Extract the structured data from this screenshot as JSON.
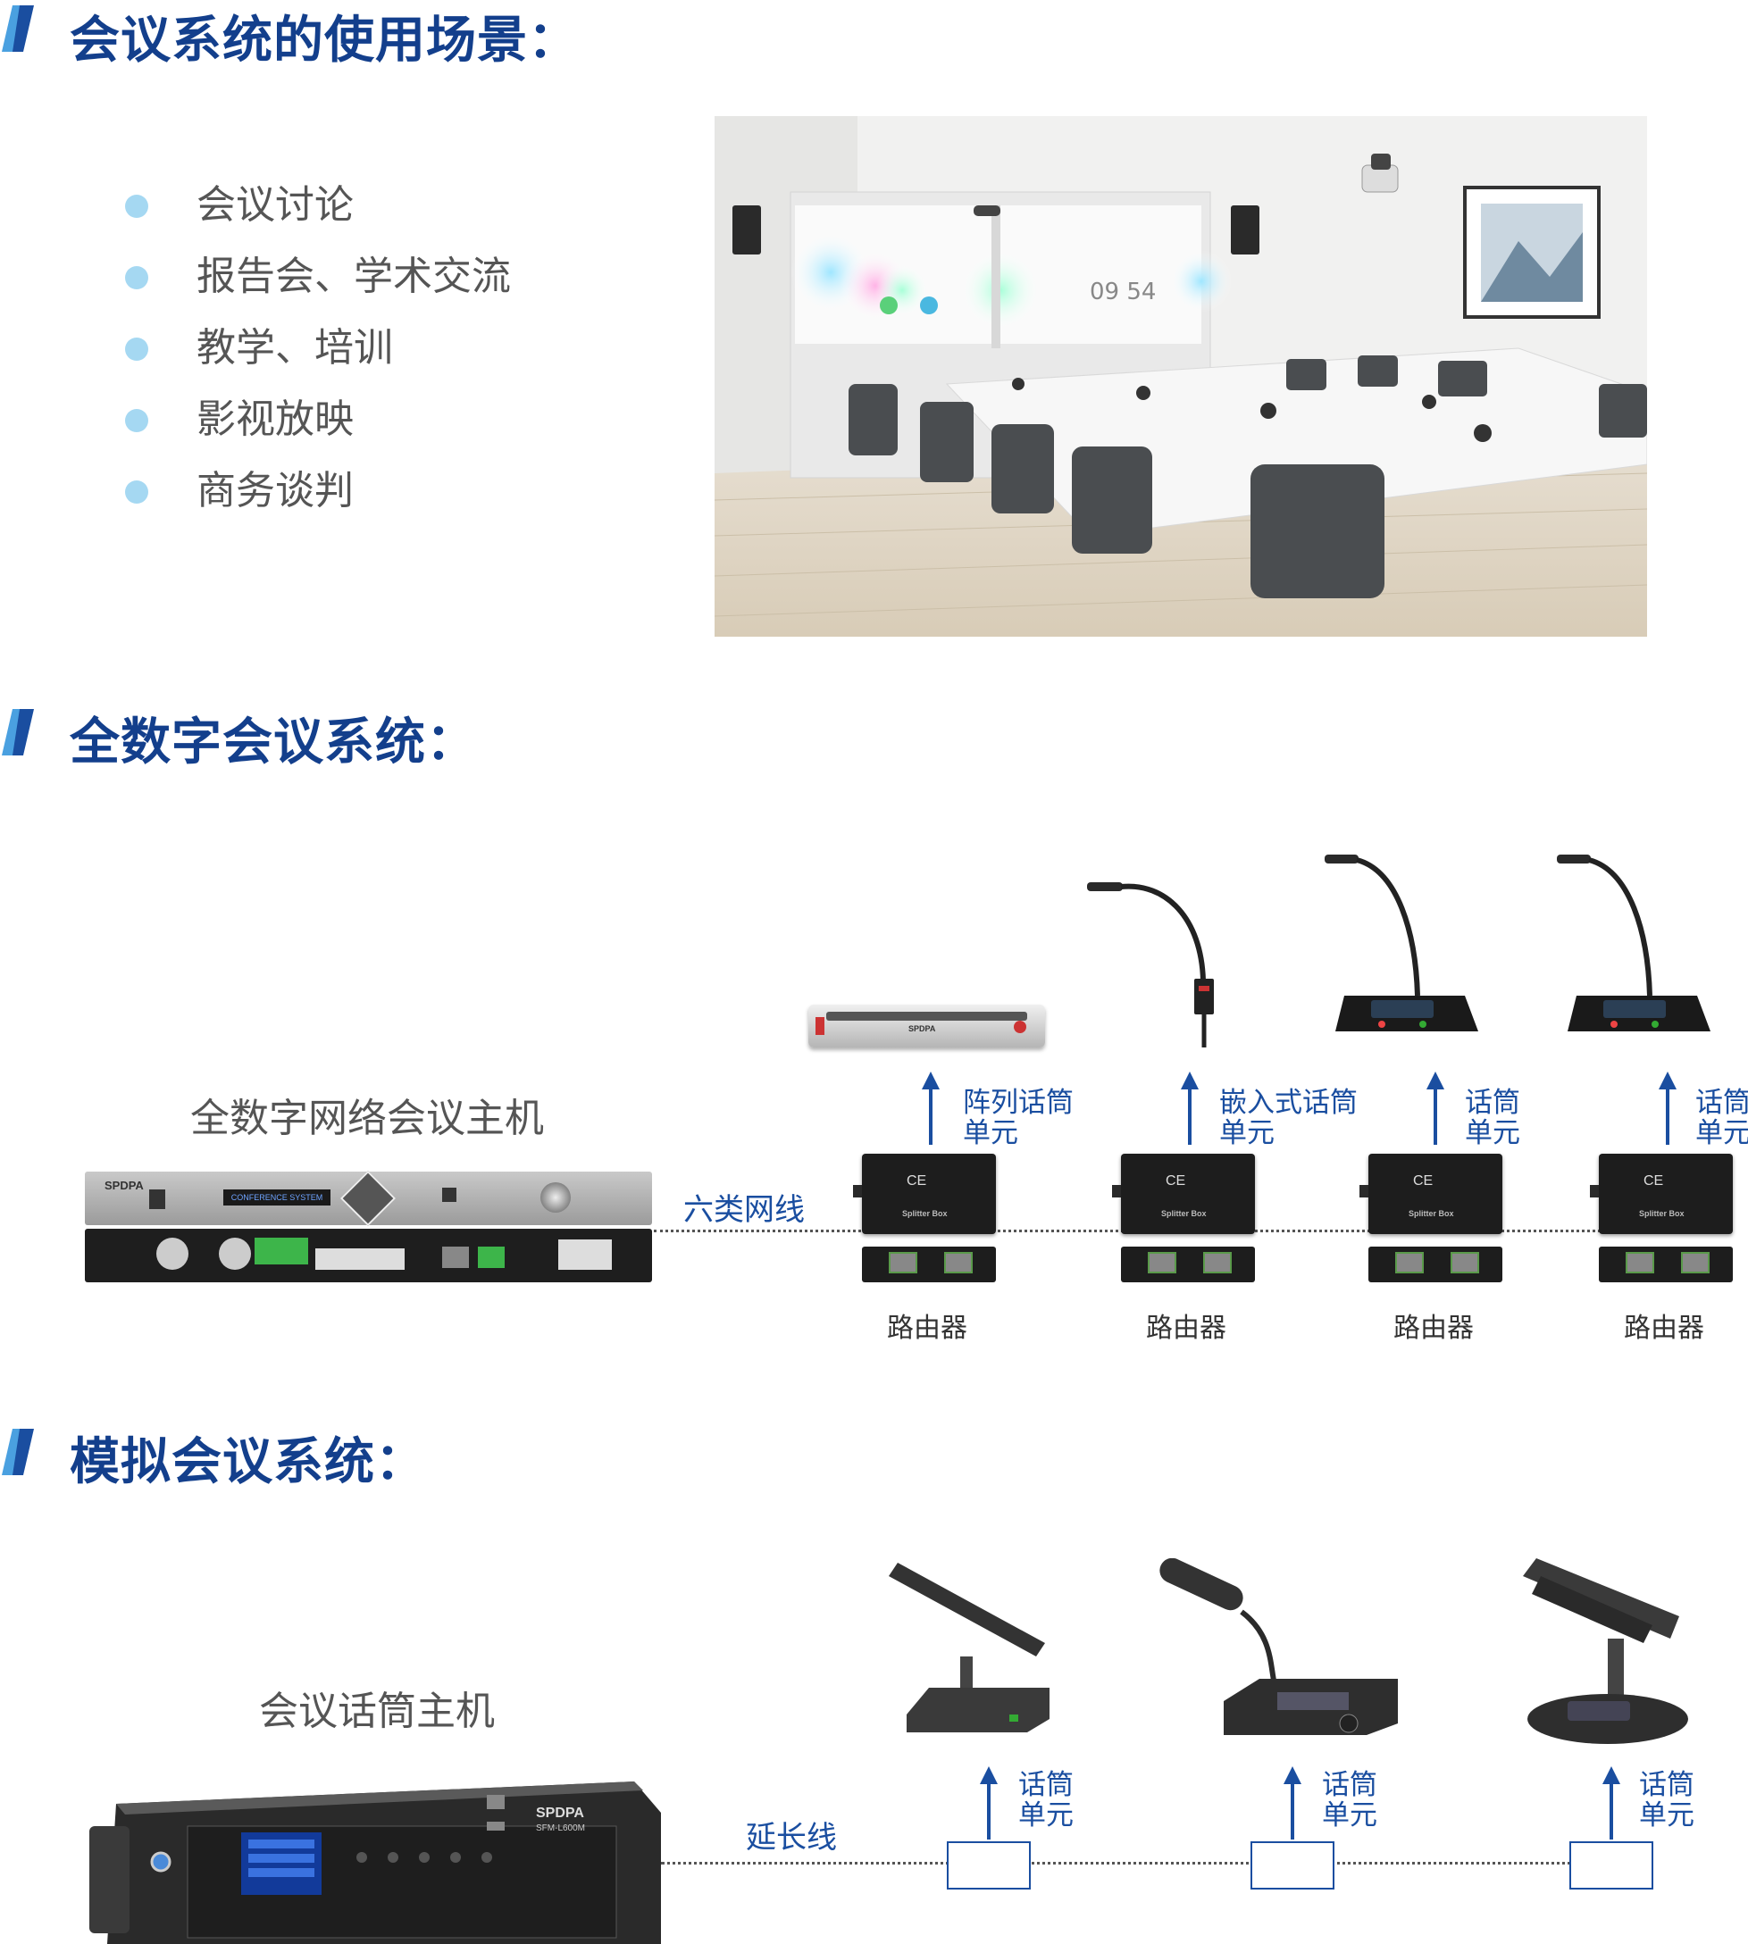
{
  "sections": {
    "scenarios_title": "会议系统的使用场景：",
    "digital_title": "全数字会议系统：",
    "analog_title": "模拟会议系统："
  },
  "scenarios": [
    "会议讨论",
    "报告会、学术交流",
    "教学、培训",
    "影视放映",
    "商务谈判"
  ],
  "room_screen_time": "09 54",
  "digital": {
    "host_caption": "全数字网络会议主机",
    "host_brand": "SPDPA",
    "host_display": "CONFERENCE SYSTEM",
    "cable_label": "六类网线",
    "units": [
      {
        "label_line1": "阵列话筒",
        "label_line2": "单元",
        "router_label": "路由器"
      },
      {
        "label_line1": "嵌入式话筒",
        "label_line2": "单元",
        "router_label": "路由器"
      },
      {
        "label_line1": "话筒",
        "label_line2": "单元",
        "router_label": "路由器"
      },
      {
        "label_line1": "话筒",
        "label_line2": "单元",
        "router_label": "路由器"
      }
    ],
    "router_ce": "CE",
    "router_name": "Splitter Box",
    "array_mic_brand": "SPDPA"
  },
  "analog": {
    "host_caption": "会议话筒主机",
    "host_brand": "SPDPA",
    "host_model": "SFM-L600M",
    "cable_label": "延长线",
    "units": [
      {
        "label_line1": "话筒",
        "label_line2": "单元"
      },
      {
        "label_line1": "话筒",
        "label_line2": "单元"
      },
      {
        "label_line1": "话筒",
        "label_line2": "单元"
      }
    ]
  },
  "colors": {
    "title": "#133f8c",
    "accent_blue": "#1a4ea0",
    "bullet": "#a5d8f2",
    "mark_light": "#4aa0e0",
    "mark_dark": "#1a4ea0"
  }
}
